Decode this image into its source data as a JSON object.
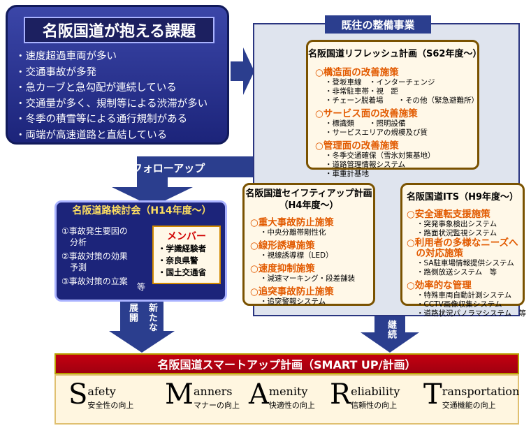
{
  "problems": {
    "title": "名阪国道が抱える課題",
    "items": [
      "・速度超過車両が多い",
      "・交通事故が多発",
      "・急カーブと急勾配が連続している",
      "・交通量が多く、規制等による渋滞が多い",
      "・冬季の積雪等による通行規制がある",
      "・両端が高速道路と直結している"
    ]
  },
  "past": {
    "label": "既往の整備事業",
    "refresh": {
      "title": "名阪国道リフレッシュ計画（S62年度～）",
      "sections": [
        {
          "heading": "○構造面の改善施策",
          "lines": [
            "・登坂車線　・インターチェンジ",
            "・非常駐車帯・視　距",
            "・チェーン脱着場　　・その他（緊急避難所）"
          ]
        },
        {
          "heading": "○サービス面の改善施策",
          "lines": [
            "・標識類　　・照明設備",
            "・サービスエリアの規模及び質"
          ]
        },
        {
          "heading": "○管理面の改善施策",
          "lines": [
            "・冬季交通確保（雪氷対策基地）",
            "・道路管理情報システム",
            "・車重計基地"
          ]
        }
      ]
    },
    "safety": {
      "title": "名阪国道セイフティアップ計画\n（H4年度～）",
      "sections": [
        {
          "heading": "○重大事故防止施策",
          "lines": [
            "・中央分離帯剛性化"
          ]
        },
        {
          "heading": "○線形誘導施策",
          "lines": [
            "・視線誘導標（LED）"
          ]
        },
        {
          "heading": "○速度抑制施策",
          "lines": [
            "・減速マーキング・段差舗装"
          ]
        },
        {
          "heading": "○追突事故防止施策",
          "lines": [
            "・追突警報システム"
          ]
        }
      ]
    },
    "its": {
      "title": "名阪国道ITS（H9年度～）",
      "sections": [
        {
          "heading": "○安全運転支援施策",
          "lines": [
            "・突発事象検出システム",
            "・路面状況監視システム"
          ]
        },
        {
          "heading": "○利用者の多様なニーズへ\n　の対応施策",
          "lines": [
            "・SA駐車場情報提供システム",
            "・路側放送システム　等"
          ]
        },
        {
          "heading": "○効率的な管理",
          "lines": [
            "・特殊車両自動計測システム",
            "・CCTV画像収集システム",
            "・道路状況パノラマシステム　等"
          ]
        }
      ]
    }
  },
  "followup": "フォローアップ",
  "study": {
    "title": "名阪道路検討会（H14年度～）",
    "items": [
      "①事故発生要因の\n　分析",
      "②事故対策の効果\n　予測",
      "③事故対策の立案"
    ],
    "etc": "等",
    "members_title": "メンバー",
    "members": [
      "・学識経験者",
      "・奈良県警",
      "・国土交通省"
    ]
  },
  "arrows": {
    "new_expansion_a": "新たな",
    "new_expansion_b": "展開",
    "continue": "継続"
  },
  "smart": {
    "title": "名阪国道スマートアップ計画（SMART UP/計画）",
    "words": [
      {
        "cap": "S",
        "rest": "afety",
        "jp": "安全性の向上"
      },
      {
        "cap": "M",
        "rest": "anners",
        "jp": "マナーの向上"
      },
      {
        "cap": "A",
        "rest": "menity",
        "jp": "快適性の向上"
      },
      {
        "cap": "R",
        "rest": "eliability",
        "jp": "信頼性の向上"
      },
      {
        "cap": "T",
        "rest": "ransportation",
        "jp": "交通機能の向上"
      }
    ]
  },
  "colors": {
    "navy": "#1c247a",
    "accent_orange": "#e25a00",
    "smart_red": "#c40010"
  }
}
